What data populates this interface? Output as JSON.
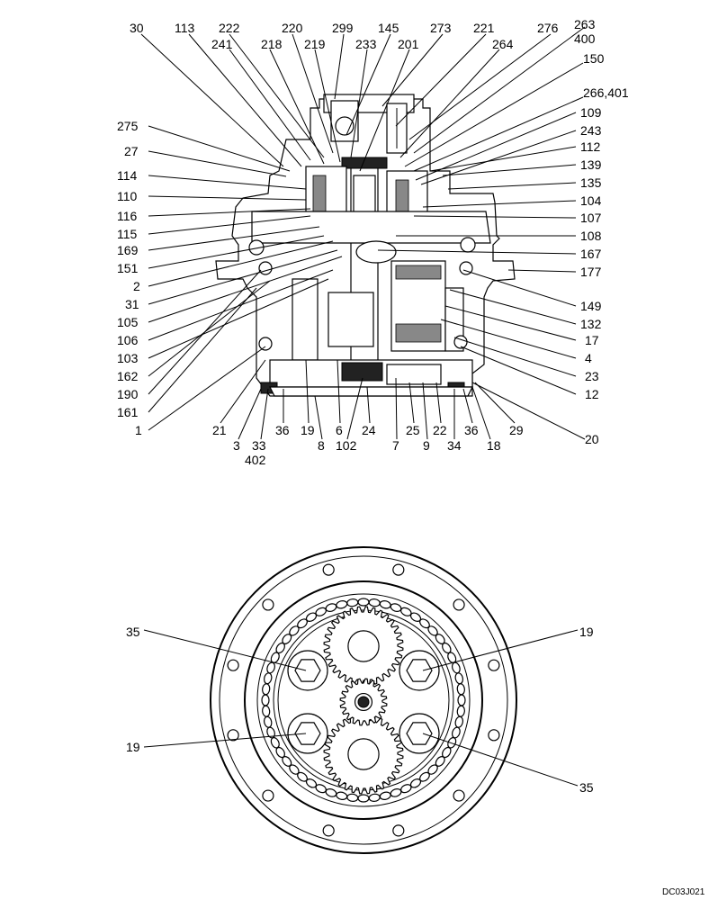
{
  "drawing_code": "DC03J021",
  "section_view": {
    "top_labels": [
      "30",
      "113",
      "222",
      "220",
      "299",
      "145",
      "273",
      "221",
      "276",
      "263",
      "400",
      "241",
      "218",
      "219",
      "233",
      "201",
      "264",
      "150",
      "266,401"
    ],
    "left_labels": [
      "275",
      "27",
      "114",
      "110",
      "116",
      "115",
      "169",
      "151",
      "2",
      "31",
      "105",
      "106",
      "103",
      "162",
      "190",
      "161",
      "1"
    ],
    "right_labels": [
      "109",
      "243",
      "112",
      "139",
      "135",
      "104",
      "107",
      "108",
      "167",
      "177",
      "149",
      "132",
      "17",
      "4",
      "23",
      "12",
      "20"
    ],
    "bottom_labels": [
      "21",
      "3",
      "33",
      "402",
      "36",
      "19",
      "8",
      "6",
      "102",
      "24",
      "7",
      "25",
      "9",
      "22",
      "34",
      "36",
      "18",
      "29"
    ]
  },
  "plan_view": {
    "labels": [
      "35",
      "19",
      "19",
      "35"
    ]
  }
}
